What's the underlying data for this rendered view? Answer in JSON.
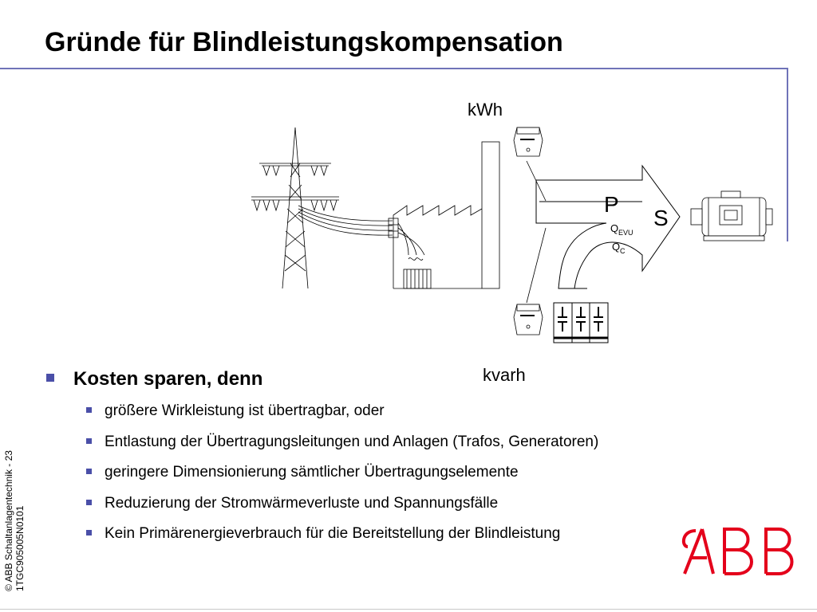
{
  "slide": {
    "title": "Gründe für Blindleistungskompensation",
    "diagram": {
      "kwh_label": "kWh",
      "kvarh_label": "kvarh",
      "p_label": "P",
      "s_label": "S",
      "q_evu_main": "Q",
      "q_evu_sub": "EVU",
      "q_c_main": "Q",
      "q_c_sub": "C"
    },
    "main_bullet": "Kosten sparen, denn",
    "sub_bullets": [
      "größere Wirkleistung ist übertragbar, oder",
      "Entlastung der Übertragungsleitungen und Anlagen (Trafos, Generatoren)",
      "geringere Dimensionierung sämtlicher Übertragungselemente",
      "Reduzierung der Stromwärmeverluste und Spannungsfälle",
      "Kein Primärenergieverbrauch für die Bereitstellung der Blindleistung"
    ],
    "footer": {
      "copyright": "© ABB Schaltanlagentechnik - 23",
      "doc_id": "1TGC905005N0101"
    },
    "colors": {
      "accent": "#6f73b8",
      "bullet": "#4a4fa8",
      "logo_red": "#e4001b"
    },
    "logo_alt": "ABB"
  }
}
